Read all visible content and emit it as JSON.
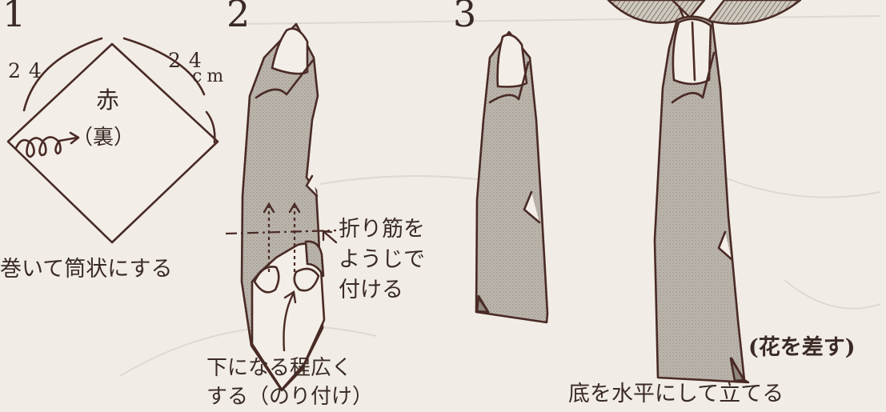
{
  "steps": [
    {
      "number": "1",
      "dimension_left": "24",
      "dimension_right": "24",
      "dimension_unit": "cm",
      "color_label": "赤",
      "side_label": "（裏）",
      "caption": "巻いて筒状にする"
    },
    {
      "number": "2",
      "fold_note": "折り筋を\nようじで\n付ける",
      "bottom_note": "下になる程広く\nする（のり付け）"
    },
    {
      "number": "3"
    },
    {
      "flower_note": "(花を差す)",
      "caption": "底を水平にして立てる"
    }
  ],
  "colors": {
    "paper": "#f1ede6",
    "line": "#4a2a25",
    "fabric": "#b8b2aa",
    "shade": "#8f8880"
  }
}
